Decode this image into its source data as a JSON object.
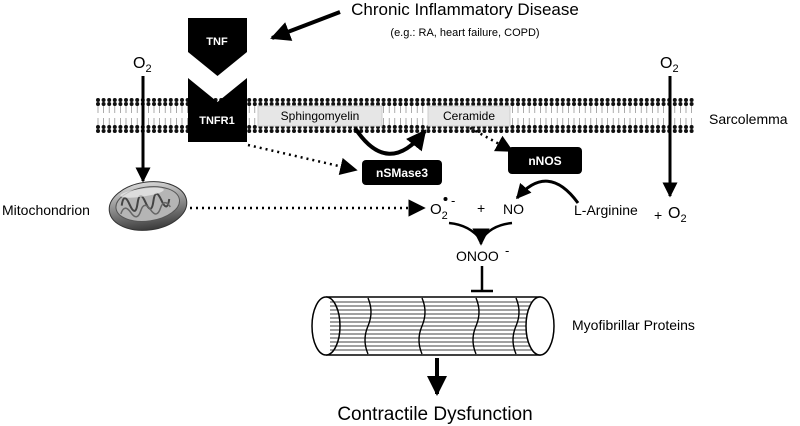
{
  "header": {
    "title": "Chronic Inflammatory Disease",
    "examples": "(e.g.: RA, heart failure, COPD)"
  },
  "labels": {
    "tnf": "TNF",
    "tnfr1": "TNFR1",
    "o2_left": "O",
    "o2_right": "O",
    "o2_bottom": "O",
    "o2_sub": "2",
    "sarcolemma": "Sarcolemma",
    "sphingomyelin": "Sphingomyelin",
    "ceramide": "Ceramide",
    "nsmase3": "nSMase3",
    "nnos": "nNOS",
    "mitochondrion": "Mitochondrion",
    "superoxide_base": "O",
    "superoxide_sub": "2",
    "superoxide_charge": "-",
    "plus1": "+",
    "no": "NO",
    "l_arginine": "L-Arginine",
    "plus2": "+",
    "peroxynitrite": "ONOO",
    "peroxynitrite_charge": "-",
    "myofibrillar": "Myofibrillar Proteins",
    "outcome": "Contractile Dysfunction"
  },
  "colors": {
    "ink": "#000000",
    "box_fill": "#000000",
    "box_text": "#ffffff",
    "lipid_box": "#e6e6e6",
    "membrane_dot": "#111111"
  },
  "icons": {
    "mitochondrion": "mitochondrion-illustration",
    "myofibril": "myofibril-cylinder"
  }
}
